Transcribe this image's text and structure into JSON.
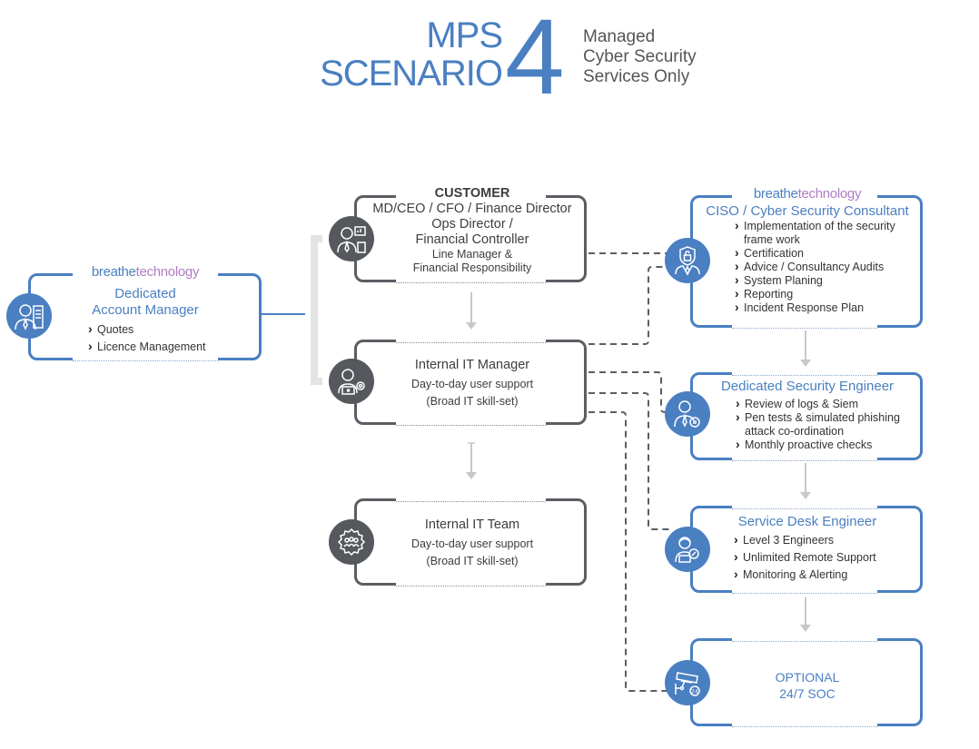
{
  "header": {
    "title_line1": "MPS",
    "title_line2": "SCENARIO",
    "scenario_number": "4",
    "subtitle_line1": "Managed",
    "subtitle_line2": "Cyber Security",
    "subtitle_line3": "Services Only"
  },
  "brand": {
    "part1": "breathe",
    "part2": "technology"
  },
  "colors": {
    "accent_blue": "#4a7fc1",
    "brand_purple": "#b07cc6",
    "customer_gray": "#55595e",
    "connector_gray": "#5a5e63"
  },
  "account_manager": {
    "icon": "account-manager-icon",
    "title_line1": "Dedicated",
    "title_line2": "Account Manager",
    "items": [
      "Quotes",
      "Licence Management"
    ]
  },
  "customer": {
    "icon": "executive-icon",
    "heading": "CUSTOMER",
    "line1": "MD/CEO / CFO / Finance Director",
    "line2": "Ops Director /",
    "line3": "Financial Controller",
    "line4": "Line Manager &",
    "line5": "Financial Responsibility"
  },
  "it_manager": {
    "icon": "it-manager-icon",
    "title": "Internal IT Manager",
    "line1": "Day-to-day user support",
    "line2": "(Broad IT skill-set)"
  },
  "it_team": {
    "icon": "team-gear-icon",
    "title": "Internal IT Team",
    "line1": "Day-to-day user support",
    "line2": "(Broad IT skill-set)"
  },
  "ciso": {
    "icon": "security-shield-icon",
    "title": "CISO / Cyber Security Consultant",
    "items": [
      "Implementation of the security frame work",
      "Certification",
      "Advice / Consultancy Audits",
      "System Planing",
      "Reporting",
      "Incident Response Plan"
    ]
  },
  "security_engineer": {
    "icon": "engineer-gear-icon",
    "title": "Dedicated Security Engineer",
    "items": [
      "Review of logs & Siem",
      "Pen tests & simulated phishing attack co-ordination",
      "Monthly proactive checks"
    ]
  },
  "service_desk": {
    "icon": "support-engineer-icon",
    "title": "Service Desk Engineer",
    "items": [
      "Level 3 Engineers",
      "Unlimited Remote Support",
      "Monitoring & Alerting"
    ]
  },
  "soc": {
    "icon": "cctv-24-icon",
    "line1": "OPTIONAL",
    "line2": "24/7 SOC"
  }
}
